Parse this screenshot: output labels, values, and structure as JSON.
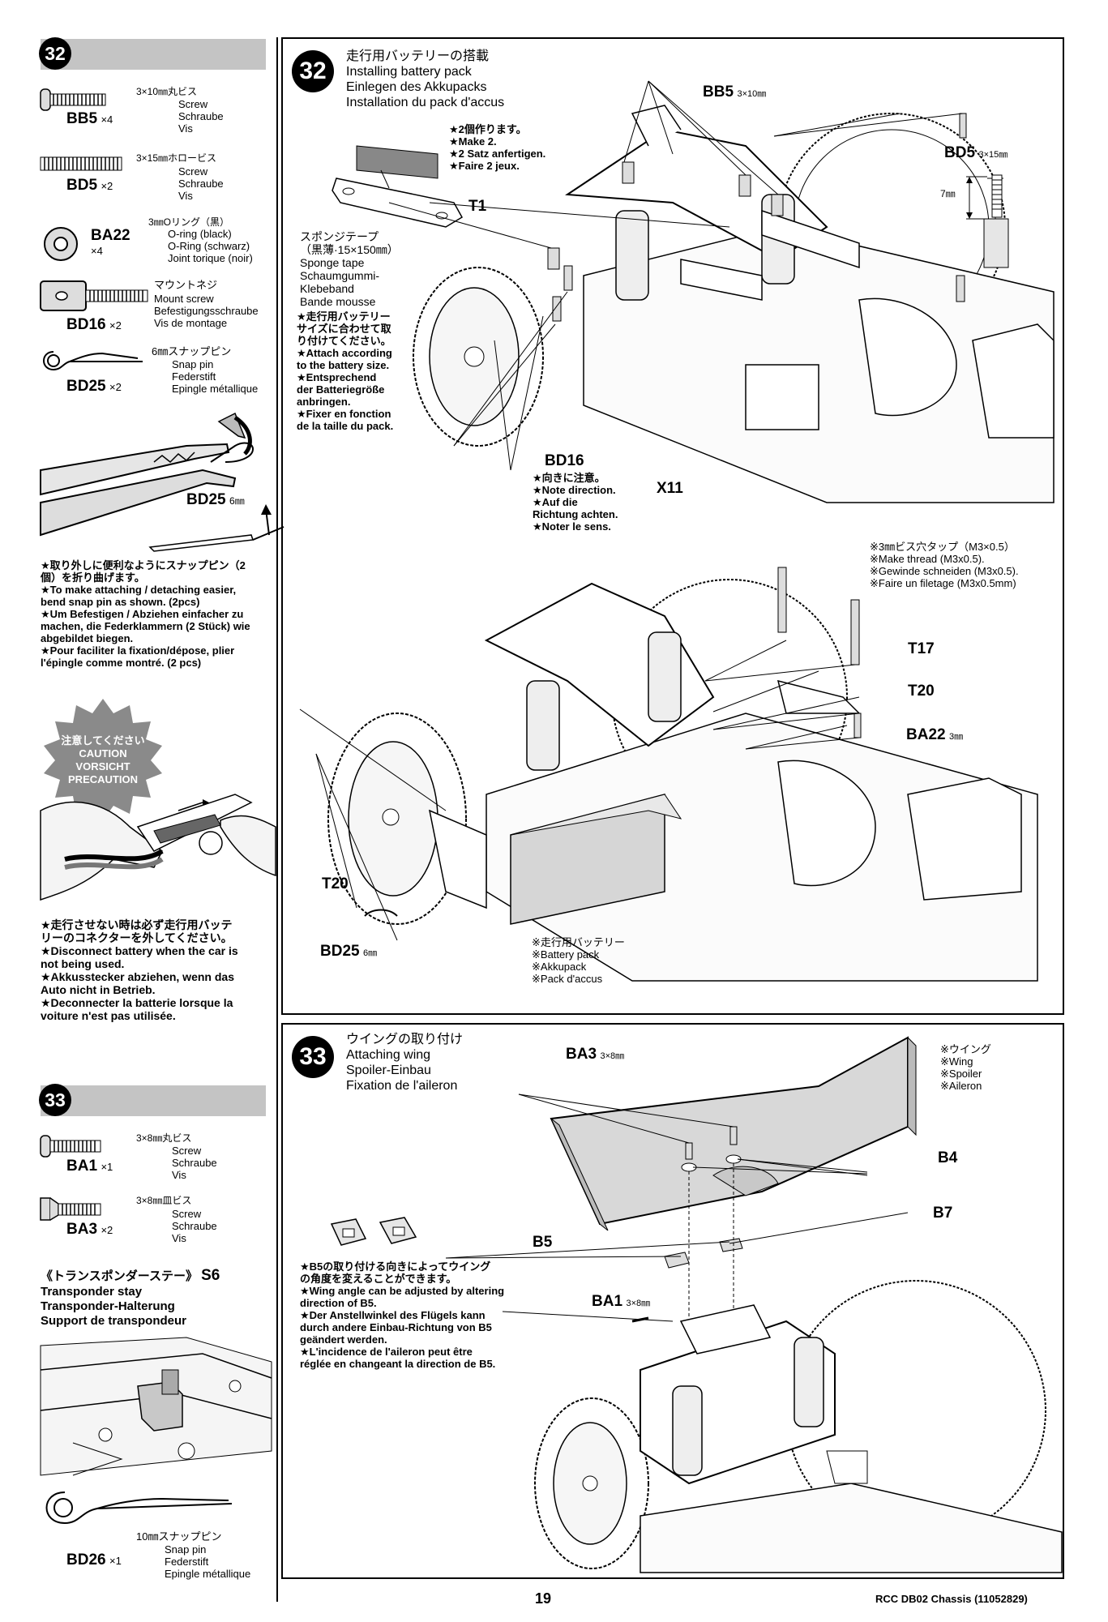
{
  "page_number": "19",
  "footer_title": "RCC DB02 Chassis (11052829)",
  "left_column": {
    "step32": {
      "number": "32",
      "parts": [
        {
          "code": "BB5",
          "qty": "×4",
          "spec": "3×10㎜丸ビス",
          "names": [
            "Screw",
            "Schraube",
            "Vis"
          ]
        },
        {
          "code": "BD5",
          "qty": "×2",
          "spec": "3×15㎜ホロービス",
          "names": [
            "Screw",
            "Schraube",
            "Vis"
          ]
        },
        {
          "code": "BA22",
          "qty": "×4",
          "spec": "3㎜Oリング（黒）",
          "names": [
            "O-ring (black)",
            "O-Ring (schwarz)",
            "Joint torique (noir)"
          ]
        },
        {
          "code": "BD16",
          "qty": "×2",
          "spec": "マウントネジ",
          "names": [
            "Mount screw",
            "Befestigungsschraube",
            "Vis de montage"
          ]
        },
        {
          "code": "BD25",
          "qty": "×2",
          "spec": "6㎜スナップピン",
          "names": [
            "Snap pin",
            "Federstift",
            "Epingle métallique"
          ]
        }
      ],
      "bend_label": "BD25",
      "bend_unit": "6㎜",
      "bend_notes": [
        "★取り外しに便利なようにスナップピン（2",
        "個）を折り曲げます。",
        "★To make attaching / detaching easier,",
        "bend snap pin as shown. (2pcs)",
        "★Um Befestigen / Abziehen einfacher zu",
        "machen, die Federklammern (2 Stück) wie",
        "abgebildet biegen.",
        "★Pour faciliter la fixation/dépose, plier",
        "l'épingle comme montré. (2 pcs)"
      ],
      "caution": [
        "注意してください",
        "CAUTION",
        "VORSICHT",
        "PRECAUTION"
      ],
      "caution_notes": [
        "★走行させない時は必ず走行用バッテ",
        "リーのコネクターを外してください。",
        "★Disconnect battery when the car is",
        "not being used.",
        "★Akkusstecker abziehen, wenn das",
        "Auto nicht in Betrieb.",
        "★Deconnecter la batterie lorsque la",
        "voiture n'est pas utilisée."
      ]
    },
    "step33": {
      "number": "33",
      "parts": [
        {
          "code": "BA1",
          "qty": "×1",
          "spec": "3×8㎜丸ビス",
          "names": [
            "Screw",
            "Schraube",
            "Vis"
          ]
        },
        {
          "code": "BA3",
          "qty": "×2",
          "spec": "3×8㎜皿ビス",
          "names": [
            "Screw",
            "Schraube",
            "Vis"
          ]
        }
      ],
      "transponder_jp": "《トランスポンダーステー》",
      "transponder_code": "S6",
      "transponder_names": [
        "Transponder stay",
        "Transponder-Halterung",
        "Support de transpondeur"
      ],
      "bd26": {
        "code": "BD26",
        "qty": "×1",
        "spec": "10㎜スナップピン",
        "names": [
          "Snap pin",
          "Federstift",
          "Epingle métallique"
        ]
      }
    }
  },
  "step32_panel": {
    "number": "32",
    "title": [
      "走行用バッテリーの搭載",
      "Installing battery pack",
      "Einlegen des Akkupacks",
      "Installation du pack d'accus"
    ],
    "make2": [
      "★2個作ります。",
      "★Make 2.",
      "★2 Satz anfertigen.",
      "★Faire 2 jeux."
    ],
    "sponge": [
      "スポンジテープ",
      "（黒薄·15×150㎜）",
      "Sponge tape",
      "Schaumgummi-",
      "Klebeband",
      "Bande mousse"
    ],
    "attach_notes": [
      "★走行用バッテリー",
      "サイズに合わせて取",
      "り付けてください。",
      "★Attach according",
      "to the battery size.",
      "★Entsprechend",
      "der Batteriegröße",
      "anbringen.",
      "★Fixer en fonction",
      "de la taille du pack."
    ],
    "labels": {
      "bb5": "BB5",
      "bb5_size": "3×10㎜",
      "bd5": "BD5",
      "bd5_size": "3×15㎜",
      "dim": "7㎜",
      "t1": "T1",
      "bd16": "BD16",
      "x11": "X11",
      "t17": "T17",
      "t20a": "T20",
      "ba22": "BA22",
      "ba22_size": "3㎜",
      "t20b": "T20",
      "bd25": "BD25",
      "bd25_size": "6㎜"
    },
    "direction_notes": [
      "★向きに注意。",
      "★Note direction.",
      "★Auf die",
      "Richtung achten.",
      "★Noter le sens."
    ],
    "thread_notes": [
      "※3㎜ビス穴タップ（M3×0.5）",
      "※Make thread (M3x0.5).",
      "※Gewinde schneiden (M3x0.5).",
      "※Faire un filetage (M3x0.5mm)"
    ],
    "battery_notes": [
      "※走行用バッテリー",
      "※Battery pack",
      "※Akkupack",
      "※Pack d'accus"
    ]
  },
  "step33_panel": {
    "number": "33",
    "title": [
      "ウイングの取り付け",
      "Attaching wing",
      "Spoiler-Einbau",
      "Fixation de l'aileron"
    ],
    "wing_notes": [
      "※ウイング",
      "※Wing",
      "※Spoiler",
      "※Aileron"
    ],
    "labels": {
      "ba3": "BA3",
      "ba3_size": "3×8㎜",
      "b4": "B4",
      "b7": "B7",
      "b5": "B5",
      "ba1": "BA1",
      "ba1_size": "3×8㎜"
    },
    "angle_notes": [
      "★B5の取り付ける向きによってウイング",
      "の角度を変えることができます。",
      "★Wing angle can be adjusted by altering",
      "direction of B5.",
      "★Der Anstellwinkel des Flügels kann",
      "durch andere Einbau-Richtung von B5",
      "geändert werden.",
      "★L'incidence de l'aileron peut être",
      "réglée en changeant la direction de B5."
    ]
  }
}
